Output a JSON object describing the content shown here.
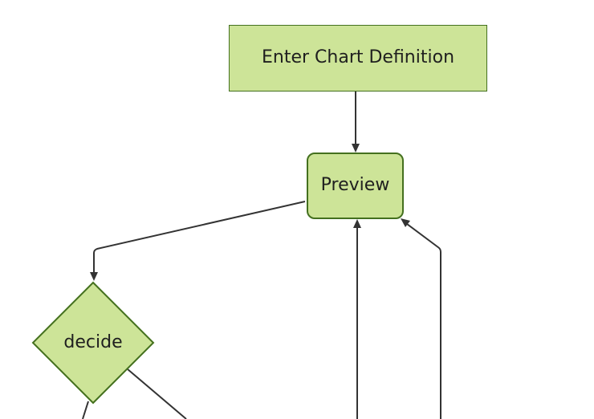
{
  "diagram": {
    "type": "flowchart",
    "orientation": "top-down",
    "colors": {
      "background": "#ffffff",
      "node_fill": "#cde498",
      "node_border": "#44701f",
      "edge": "#333333",
      "text": "#1f1f1f"
    },
    "nodes": [
      {
        "id": "enter-chart-definition",
        "label": "Enter Chart Definition",
        "shape": "rectangle"
      },
      {
        "id": "preview",
        "label": "Preview",
        "shape": "rounded-rectangle"
      },
      {
        "id": "decide",
        "label": "decide",
        "shape": "diamond"
      }
    ],
    "edges": [
      {
        "from": "enter-chart-definition",
        "to": "preview",
        "arrowhead": true
      },
      {
        "from": "preview",
        "to": "decide",
        "arrowhead": true
      },
      {
        "from": "offscreen-bottom-1",
        "to": "preview",
        "arrowhead": true
      },
      {
        "from": "offscreen-bottom-2",
        "to": "preview",
        "arrowhead": true
      },
      {
        "from": "decide",
        "to": "offscreen-bottom-left",
        "arrowhead": false
      },
      {
        "from": "decide",
        "to": "offscreen-bottom-right",
        "arrowhead": false
      }
    ]
  }
}
